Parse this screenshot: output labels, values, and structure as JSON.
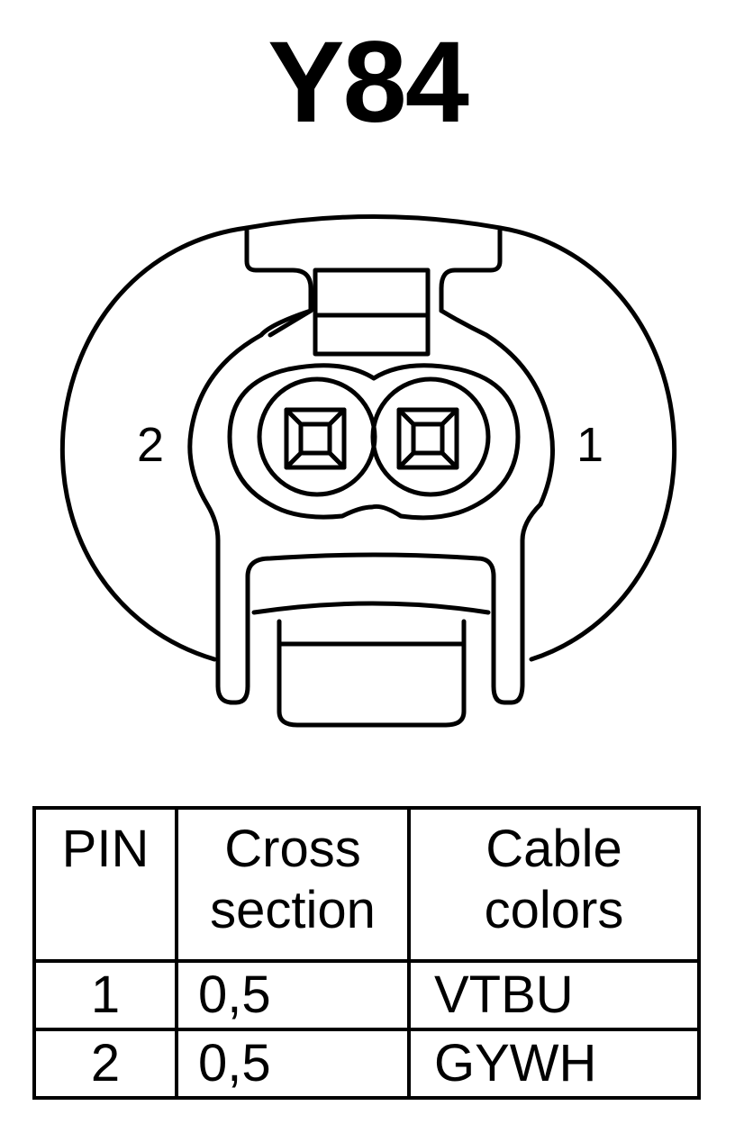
{
  "title": "Y84",
  "connector": {
    "pin_labels": [
      "2",
      "1"
    ]
  },
  "table": {
    "headers": {
      "pin": "PIN",
      "cross_line1": "Cross",
      "cross_line2": "section",
      "color_line1": "Cable",
      "color_line2": "colors"
    },
    "rows": [
      {
        "pin": "1",
        "cross": "0,5",
        "color": "VTBU"
      },
      {
        "pin": "2",
        "cross": "0,5",
        "color": "GYWH"
      }
    ]
  }
}
